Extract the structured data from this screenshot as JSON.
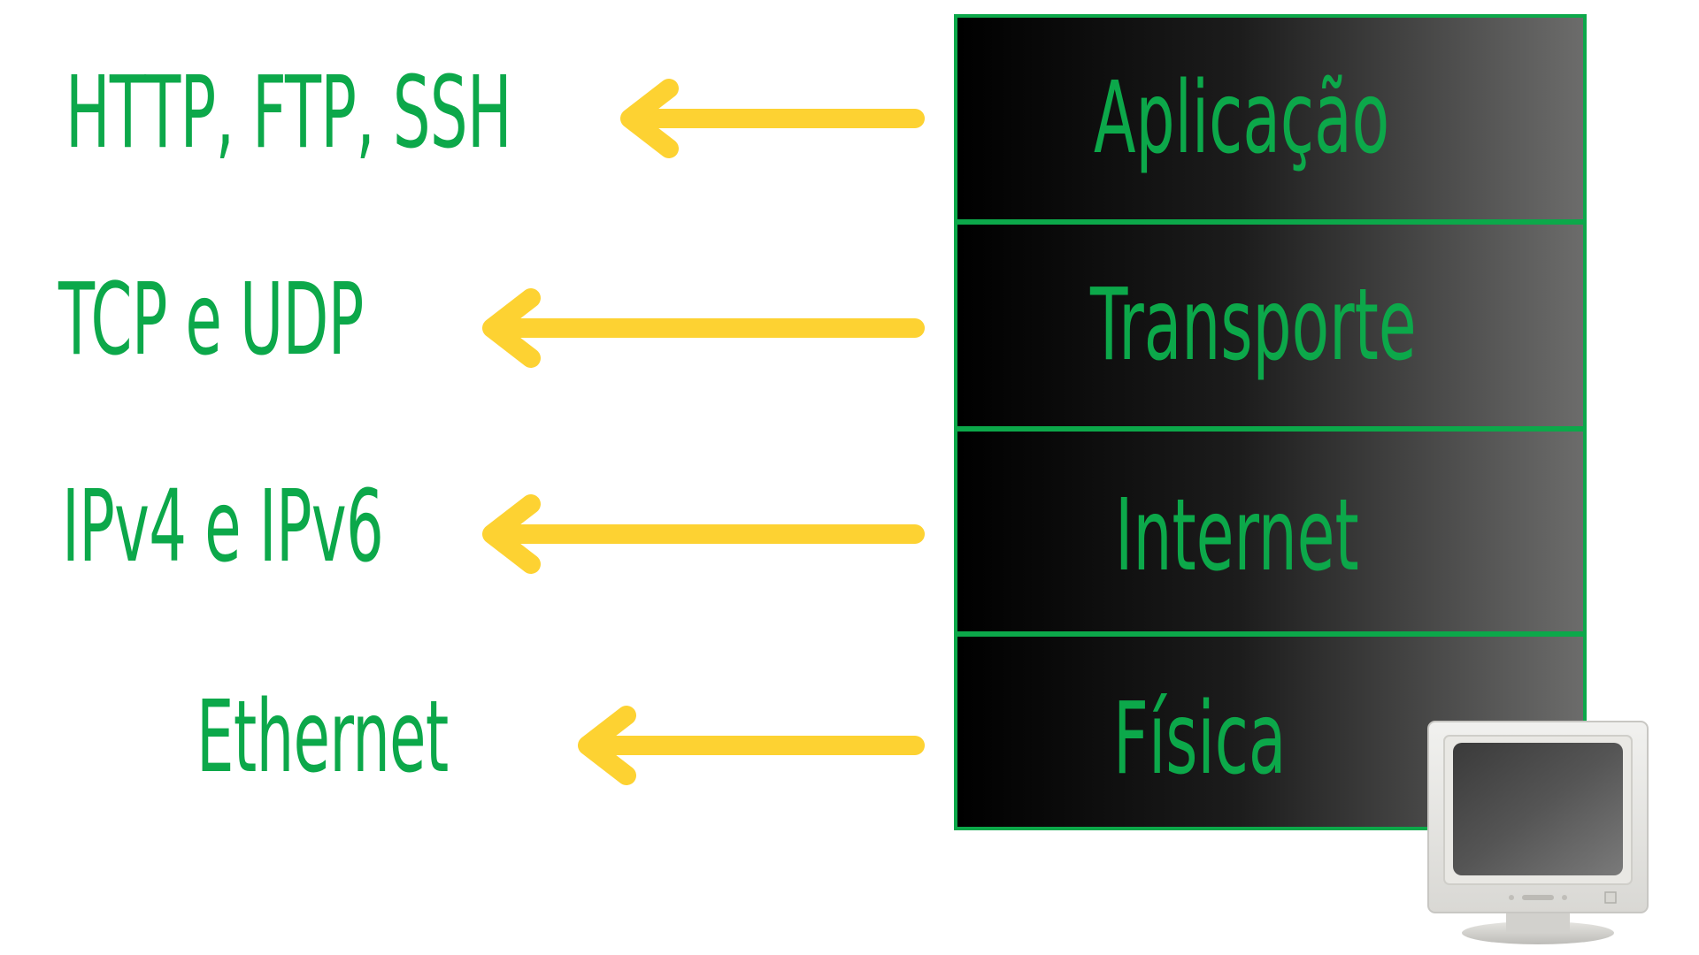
{
  "colors": {
    "text_green": "#0ca84a",
    "arrow_yellow": "#fdd232",
    "stack_border": "#0ca84a",
    "background": "#ffffff"
  },
  "protocols": [
    {
      "label": "HTTP, FTP, SSH"
    },
    {
      "label": "TCP e UDP"
    },
    {
      "label": "IPv4 e IPv6"
    },
    {
      "label": "Ethernet"
    }
  ],
  "layers": [
    {
      "label": "Aplicação"
    },
    {
      "label": "Transporte"
    },
    {
      "label": "Internet"
    },
    {
      "label": "Física"
    }
  ],
  "icons": {
    "arrow": "left-arrow-icon",
    "computer": "crt-monitor-icon"
  }
}
